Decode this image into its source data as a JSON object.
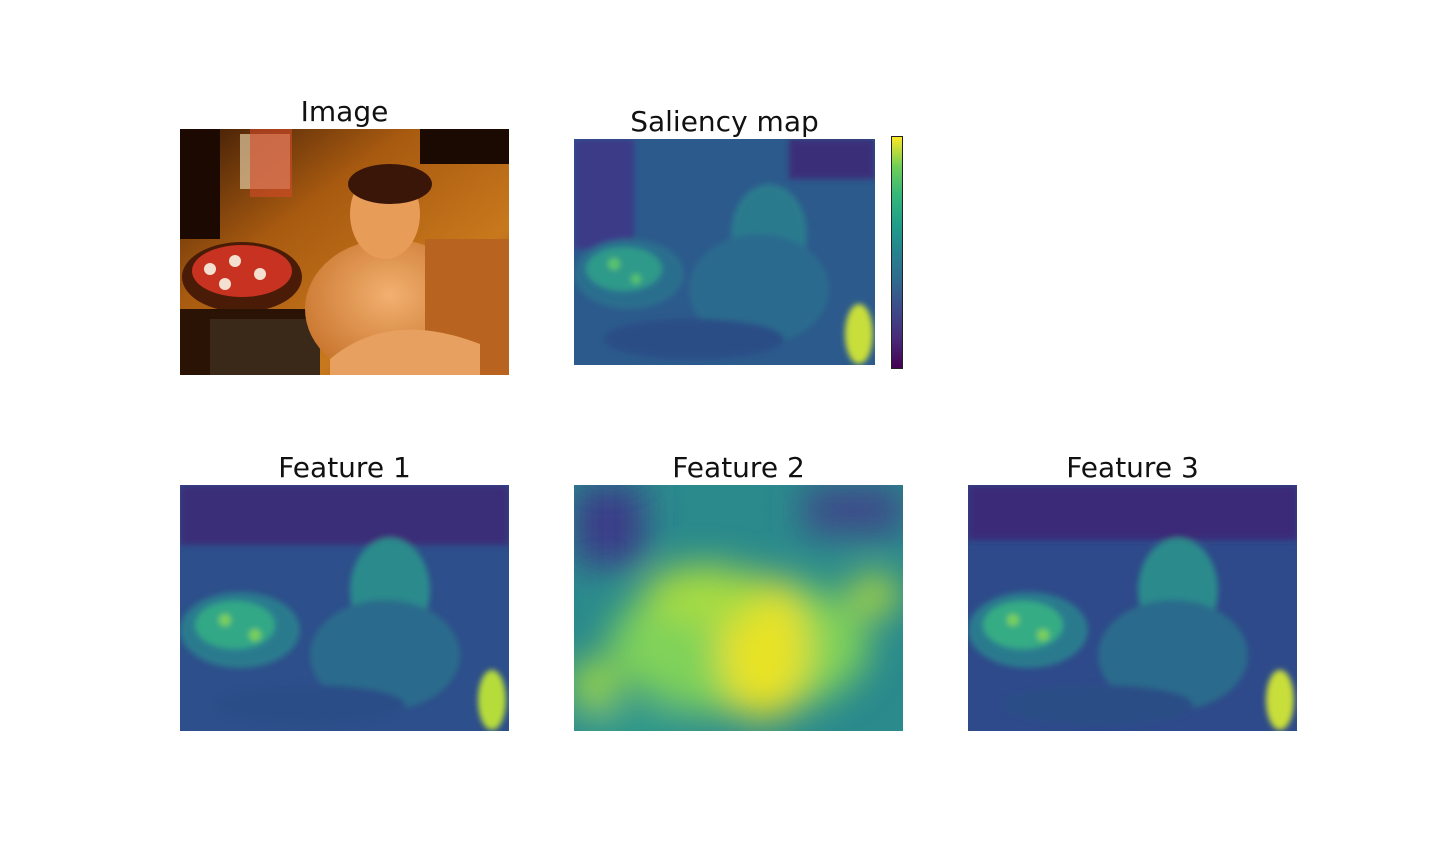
{
  "panels": {
    "image": {
      "title": "Image",
      "icon": "photo-icon"
    },
    "saliency": {
      "title": "Saliency map",
      "icon": "heatmap-icon"
    },
    "feature1": {
      "title": "Feature 1",
      "icon": "heatmap-icon"
    },
    "feature2": {
      "title": "Feature 2",
      "icon": "heatmap-icon"
    },
    "feature3": {
      "title": "Feature 3",
      "icon": "heatmap-icon"
    }
  },
  "colormap": {
    "name": "viridis",
    "colors": [
      "#440154",
      "#482878",
      "#3e4a89",
      "#31688e",
      "#26828e",
      "#1f9e89",
      "#35b779",
      "#6ece58",
      "#fde725"
    ]
  }
}
